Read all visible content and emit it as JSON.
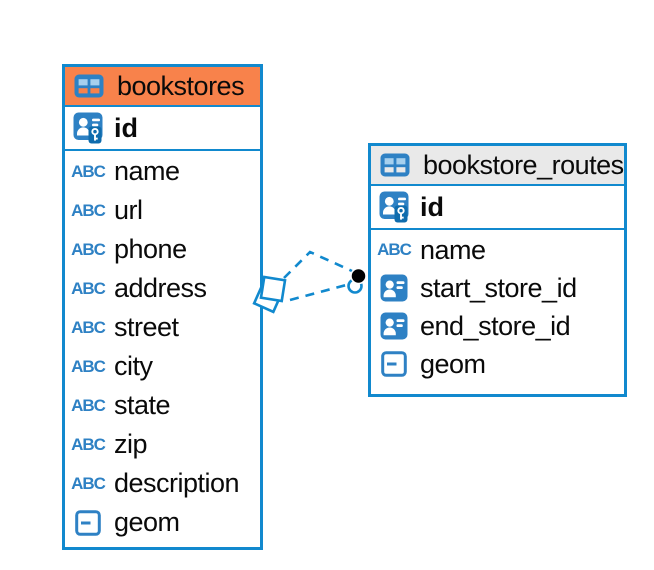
{
  "diagram": {
    "colors": {
      "accent": "#1189ce",
      "header_orange": "#f8824b",
      "header_gray": "#e9e9e9",
      "icon_blue": "#2e81c4",
      "icon_blue_dark": "#0f6cad",
      "icon_cell_light": "#a6d0ee",
      "text": "#0a0a0a"
    },
    "icons": {
      "abc_label": "ABC",
      "table": "table-icon",
      "primary_key": "person-key-icon",
      "reference": "person-card-icon",
      "geometry": "square-dash-icon"
    },
    "tables": [
      {
        "title": "bookstores",
        "header_style": "orange",
        "primary_key": {
          "name": "id"
        },
        "columns": [
          {
            "name": "name",
            "type": "text"
          },
          {
            "name": "url",
            "type": "text"
          },
          {
            "name": "phone",
            "type": "text"
          },
          {
            "name": "address",
            "type": "text"
          },
          {
            "name": "street",
            "type": "text"
          },
          {
            "name": "city",
            "type": "text"
          },
          {
            "name": "state",
            "type": "text"
          },
          {
            "name": "zip",
            "type": "text"
          },
          {
            "name": "description",
            "type": "text"
          },
          {
            "name": "geom",
            "type": "geometry"
          }
        ]
      },
      {
        "title": "bookstore_routes",
        "header_style": "gray",
        "primary_key": {
          "name": "id"
        },
        "columns": [
          {
            "name": "name",
            "type": "text"
          },
          {
            "name": "start_store_id",
            "type": "reference"
          },
          {
            "name": "end_store_id",
            "type": "reference"
          },
          {
            "name": "geom",
            "type": "geometry"
          }
        ]
      }
    ],
    "relationship": {
      "from_table": "bookstores",
      "to_table": "bookstore_routes",
      "style": "dashed",
      "link_count": 2
    }
  }
}
